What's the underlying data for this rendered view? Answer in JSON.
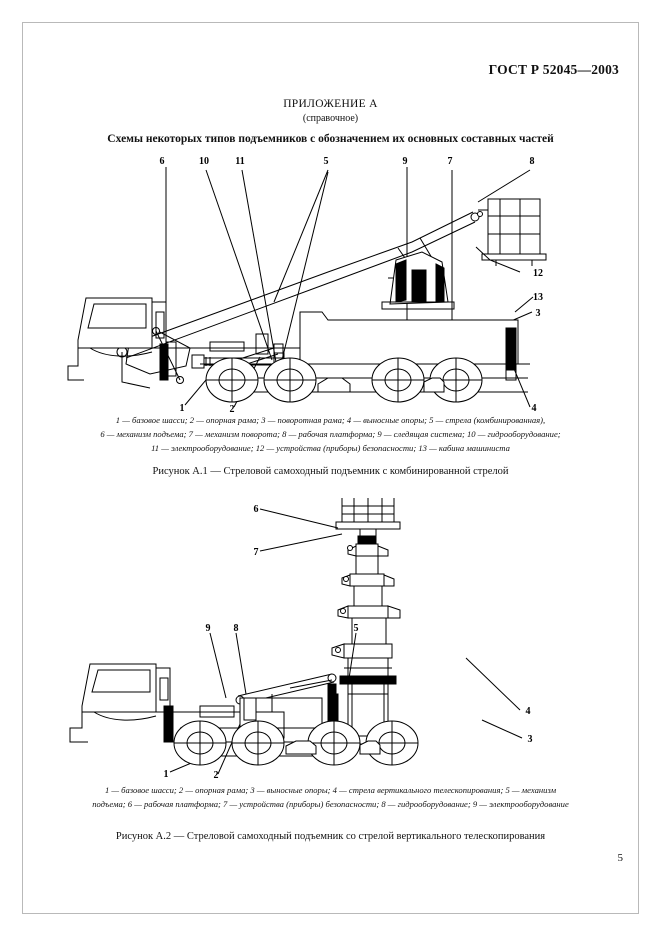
{
  "header": {
    "standard": "ГОСТ Р 52045—2003",
    "page_number": "5"
  },
  "appendix": {
    "title": "ПРИЛОЖЕНИЕ А",
    "subtitle": "(справочное)",
    "section_title": "Схемы некоторых типов подъемников с обозначением их основных составных частей"
  },
  "figure1": {
    "caption": "Рисунок А.1 — Стреловой самоходный подъемник с комбинированной стрелой",
    "legend_lines": [
      "1 — базовое шасси; 2 — опорная рама; 3 — поворотная рама; 4 — выносные опоры; 5 — стрела (комбинированная),",
      "6 — механизм подъема; 7 — механизм поворота; 8 — рабочая платформа; 9 — следящая система; 10 — гидрооборудование;",
      "11 — электрооборудование; 12 — устройства (приборы) безопасности; 13 — кабина машиниста"
    ],
    "callouts": [
      {
        "id": "c1-6",
        "label": "6"
      },
      {
        "id": "c1-10",
        "label": "10"
      },
      {
        "id": "c1-11",
        "label": "11"
      },
      {
        "id": "c1-5",
        "label": "5"
      },
      {
        "id": "c1-9",
        "label": "9"
      },
      {
        "id": "c1-7",
        "label": "7"
      },
      {
        "id": "c1-8",
        "label": "8"
      },
      {
        "id": "c1-12",
        "label": "12"
      },
      {
        "id": "c1-13",
        "label": "13"
      },
      {
        "id": "c1-3",
        "label": "3"
      },
      {
        "id": "c1-1",
        "label": "1"
      },
      {
        "id": "c1-2",
        "label": "2"
      },
      {
        "id": "c1-4",
        "label": "4"
      }
    ]
  },
  "figure2": {
    "caption": "Рисунок А.2 — Стреловой самоходный подъемник со стрелой вертикального телескопирования",
    "legend_lines": [
      "1 — базовое шасси; 2 — опорная рама; 3 — выносные опоры; 4 — стрела вертикального телескопирования; 5 — механизм",
      "подъема; 6 — рабочая платформа; 7 — устройства (приборы) безопасности; 8 — гидрооборудование; 9 — электрооборудование"
    ],
    "callouts": [
      {
        "id": "c2-6",
        "label": "6"
      },
      {
        "id": "c2-7",
        "label": "7"
      },
      {
        "id": "c2-9",
        "label": "9"
      },
      {
        "id": "c2-8",
        "label": "8"
      },
      {
        "id": "c2-5",
        "label": "5"
      },
      {
        "id": "c2-4",
        "label": "4"
      },
      {
        "id": "c2-3",
        "label": "3"
      },
      {
        "id": "c2-1",
        "label": "1"
      },
      {
        "id": "c2-2",
        "label": "2"
      }
    ]
  }
}
